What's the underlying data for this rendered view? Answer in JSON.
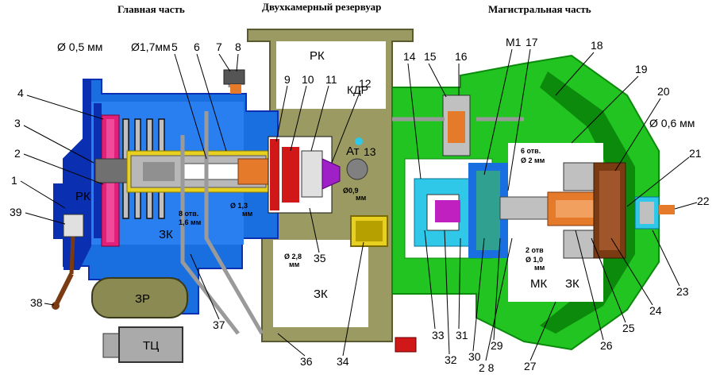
{
  "headers": {
    "main_part": "Главная часть",
    "reservoir": "Двухкамерный резервуар",
    "main_line_part": "Магистральная часть"
  },
  "zones": {
    "rk_left": "РК",
    "zk_left": "ЗК",
    "rk_top": "РК",
    "zk_center": "ЗК",
    "mk": "МК",
    "zk_right": "ЗК",
    "zr": "ЗР",
    "tc": "ТЦ",
    "kdr": "КДР",
    "at": "Ат"
  },
  "dimensions": {
    "d05": "Ø 0,5 мм",
    "d17": "Ø1,7мм",
    "d06": "Ø 0,6 мм",
    "d09": "Ø0,9",
    "d09_unit": "мм",
    "d13": "Ø 1,3",
    "d13_unit": "мм",
    "d28": "Ø 2,8",
    "d28_unit": "мм",
    "holes8": "8 отв.",
    "holes8_d": "1,6 мм",
    "holes6": "6 отв.",
    "holes6_d": "Ø 2 мм",
    "holes2": "2 отв",
    "holes2_d": "Ø 1,0",
    "holes2_unit": "мм"
  },
  "labels": {
    "n1": "1",
    "n2": "2",
    "n3": "3",
    "n4": "4",
    "n5": "5",
    "n6": "6",
    "n7": "7",
    "n8": "8",
    "n9": "9",
    "n10": "10",
    "n11": "11",
    "n12": "12",
    "n13": "13",
    "n14": "14",
    "n15": "15",
    "n16": "16",
    "nM1": "М1",
    "n17": "17",
    "n18": "18",
    "n19": "19",
    "n20": "20",
    "n21": "21",
    "n22": "22",
    "n23": "23",
    "n24": "24",
    "n25": "25",
    "n26": "26",
    "n27": "27",
    "n28": "2 8",
    "n29": "29",
    "n30": "30",
    "n31": "31",
    "n32": "32",
    "n33": "33",
    "n34": "34",
    "n35": "35",
    "n36": "36",
    "n37": "37",
    "n38": "38",
    "n39": "39"
  },
  "colors": {
    "main_body": "#1a6fe0",
    "main_dark": "#0a2fb0",
    "line_body": "#22c422",
    "line_dark": "#0c8a0c",
    "reservoir": "#9a9a62",
    "pink": "#e0207a",
    "orange": "#e57a2a",
    "red": "#d01818",
    "brown": "#7a3a12",
    "cyan": "#30c8e8",
    "yellow": "#e8d020",
    "purple": "#a020c8",
    "tank": "#8a8a52"
  }
}
